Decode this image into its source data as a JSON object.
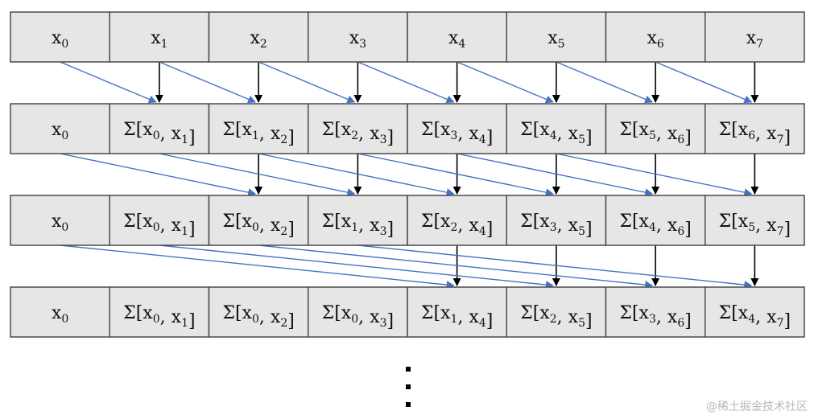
{
  "rows": [
    [
      {
        "base": "x",
        "terms": [
          "0"
        ],
        "sum": false
      },
      {
        "base": "x",
        "terms": [
          "1"
        ],
        "sum": false
      },
      {
        "base": "x",
        "terms": [
          "2"
        ],
        "sum": false
      },
      {
        "base": "x",
        "terms": [
          "3"
        ],
        "sum": false
      },
      {
        "base": "x",
        "terms": [
          "4"
        ],
        "sum": false
      },
      {
        "base": "x",
        "terms": [
          "5"
        ],
        "sum": false
      },
      {
        "base": "x",
        "terms": [
          "6"
        ],
        "sum": false
      },
      {
        "base": "x",
        "terms": [
          "7"
        ],
        "sum": false
      }
    ],
    [
      {
        "base": "x",
        "terms": [
          "0"
        ],
        "sum": false
      },
      {
        "base": "x",
        "terms": [
          "0",
          "1"
        ],
        "sum": true
      },
      {
        "base": "x",
        "terms": [
          "1",
          "2"
        ],
        "sum": true
      },
      {
        "base": "x",
        "terms": [
          "2",
          "3"
        ],
        "sum": true
      },
      {
        "base": "x",
        "terms": [
          "3",
          "4"
        ],
        "sum": true
      },
      {
        "base": "x",
        "terms": [
          "4",
          "5"
        ],
        "sum": true
      },
      {
        "base": "x",
        "terms": [
          "5",
          "6"
        ],
        "sum": true
      },
      {
        "base": "x",
        "terms": [
          "6",
          "7"
        ],
        "sum": true
      }
    ],
    [
      {
        "base": "x",
        "terms": [
          "0"
        ],
        "sum": false
      },
      {
        "base": "x",
        "terms": [
          "0",
          "1"
        ],
        "sum": true
      },
      {
        "base": "x",
        "terms": [
          "0",
          "2"
        ],
        "sum": true
      },
      {
        "base": "x",
        "terms": [
          "1",
          "3"
        ],
        "sum": true
      },
      {
        "base": "x",
        "terms": [
          "2",
          "4"
        ],
        "sum": true
      },
      {
        "base": "x",
        "terms": [
          "3",
          "5"
        ],
        "sum": true
      },
      {
        "base": "x",
        "terms": [
          "4",
          "6"
        ],
        "sum": true
      },
      {
        "base": "x",
        "terms": [
          "5",
          "7"
        ],
        "sum": true
      }
    ],
    [
      {
        "base": "x",
        "terms": [
          "0"
        ],
        "sum": false
      },
      {
        "base": "x",
        "terms": [
          "0",
          "1"
        ],
        "sum": true
      },
      {
        "base": "x",
        "terms": [
          "0",
          "2"
        ],
        "sum": true
      },
      {
        "base": "x",
        "terms": [
          "0",
          "3"
        ],
        "sum": true
      },
      {
        "base": "x",
        "terms": [
          "1",
          "4"
        ],
        "sum": true
      },
      {
        "base": "x",
        "terms": [
          "2",
          "5"
        ],
        "sum": true
      },
      {
        "base": "x",
        "terms": [
          "3",
          "6"
        ],
        "sum": true
      },
      {
        "base": "x",
        "terms": [
          "4",
          "7"
        ],
        "sum": true
      }
    ]
  ],
  "steps": [
    1,
    2,
    4
  ],
  "sum_symbol": "Σ",
  "watermark": "@稀土掘金技术社区",
  "colors": {
    "cell_fill": "#e6e6e6",
    "diag_arrow": "#4472c4",
    "vert_arrow": "#000000"
  }
}
